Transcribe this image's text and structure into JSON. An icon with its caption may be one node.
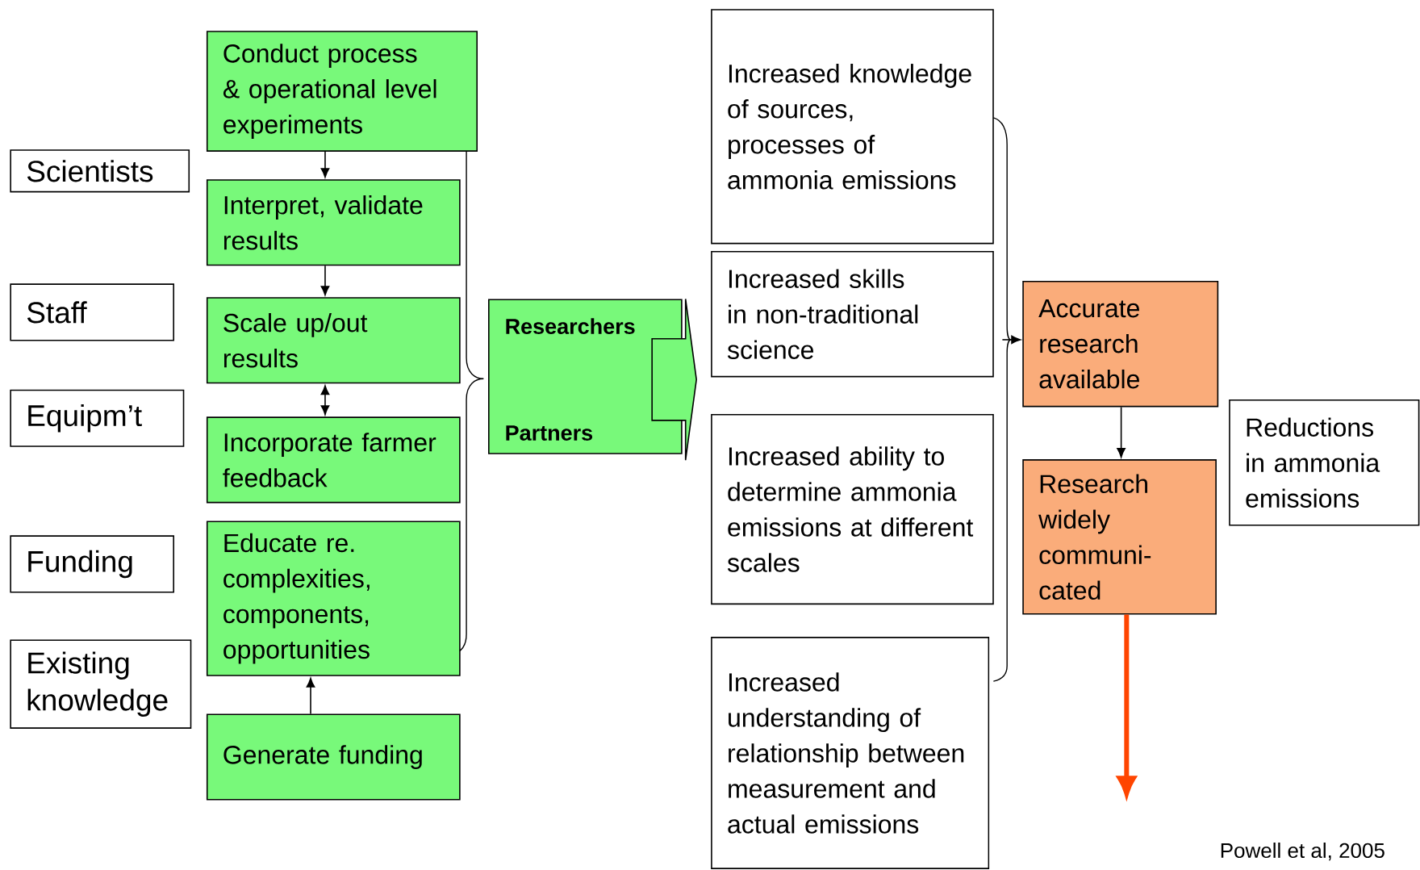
{
  "diagram": {
    "nodes": [
      {
        "text": [
          "Scientists"
        ]
      },
      {
        "text": [
          "Staff"
        ]
      },
      {
        "text": [
          "Equipm’t"
        ]
      },
      {
        "text": [
          "Funding"
        ]
      },
      {
        "text": [
          "Existing knowledge"
        ]
      },
      {
        "text": [
          "Conduct process & operational level experiments"
        ]
      },
      {
        "text": [
          "Interpret, validate results"
        ]
      },
      {
        "text": [
          "Scale up/out results"
        ]
      },
      {
        "text": [
          "Incorporate farmer feedback"
        ]
      },
      {
        "text": [
          "Educate re. complexities, components, opportunities"
        ]
      },
      {
        "text": [
          "Generate funding"
        ]
      },
      {
        "text": [
          "Researchers",
          "Partners"
        ]
      },
      {
        "text": [
          "Increased knowledge of sources, processes of ammonia emissions"
        ]
      },
      {
        "text": [
          "Increased skills in non-traditional science"
        ]
      },
      {
        "text": [
          "Increased ability to determine ammonia emissions at different scales"
        ]
      },
      {
        "text": [
          "Increased understanding of relationship between measurement and actual emissions"
        ]
      },
      {
        "text": [
          "Accurate research available"
        ]
      },
      {
        "text": [
          "Research widely communi- cated"
        ]
      },
      {
        "text": [
          "Reductions in ammonia emissions"
        ]
      },
      {
        "text": [],
        "shape": "bracket"
      }
    ],
    "edges": [
      {
        "from": 5,
        "to": 6,
        "arrow": "to"
      },
      {
        "from": 6,
        "to": 7,
        "arrow": "to"
      },
      {
        "from": 7,
        "to": 8,
        "arrow": "both"
      },
      {
        "from": 10,
        "to": 9,
        "arrow": "to"
      },
      {
        "from": 19,
        "to": 16,
        "arrow": "to"
      },
      {
        "from": 16,
        "to": 17,
        "arrow": "to"
      },
      {
        "from": 17,
        "to": null,
        "arrow": "to",
        "style": "thick",
        "color": "#ff4500"
      }
    ],
    "labels": [
      "Powell et al, 2005"
    ]
  }
}
